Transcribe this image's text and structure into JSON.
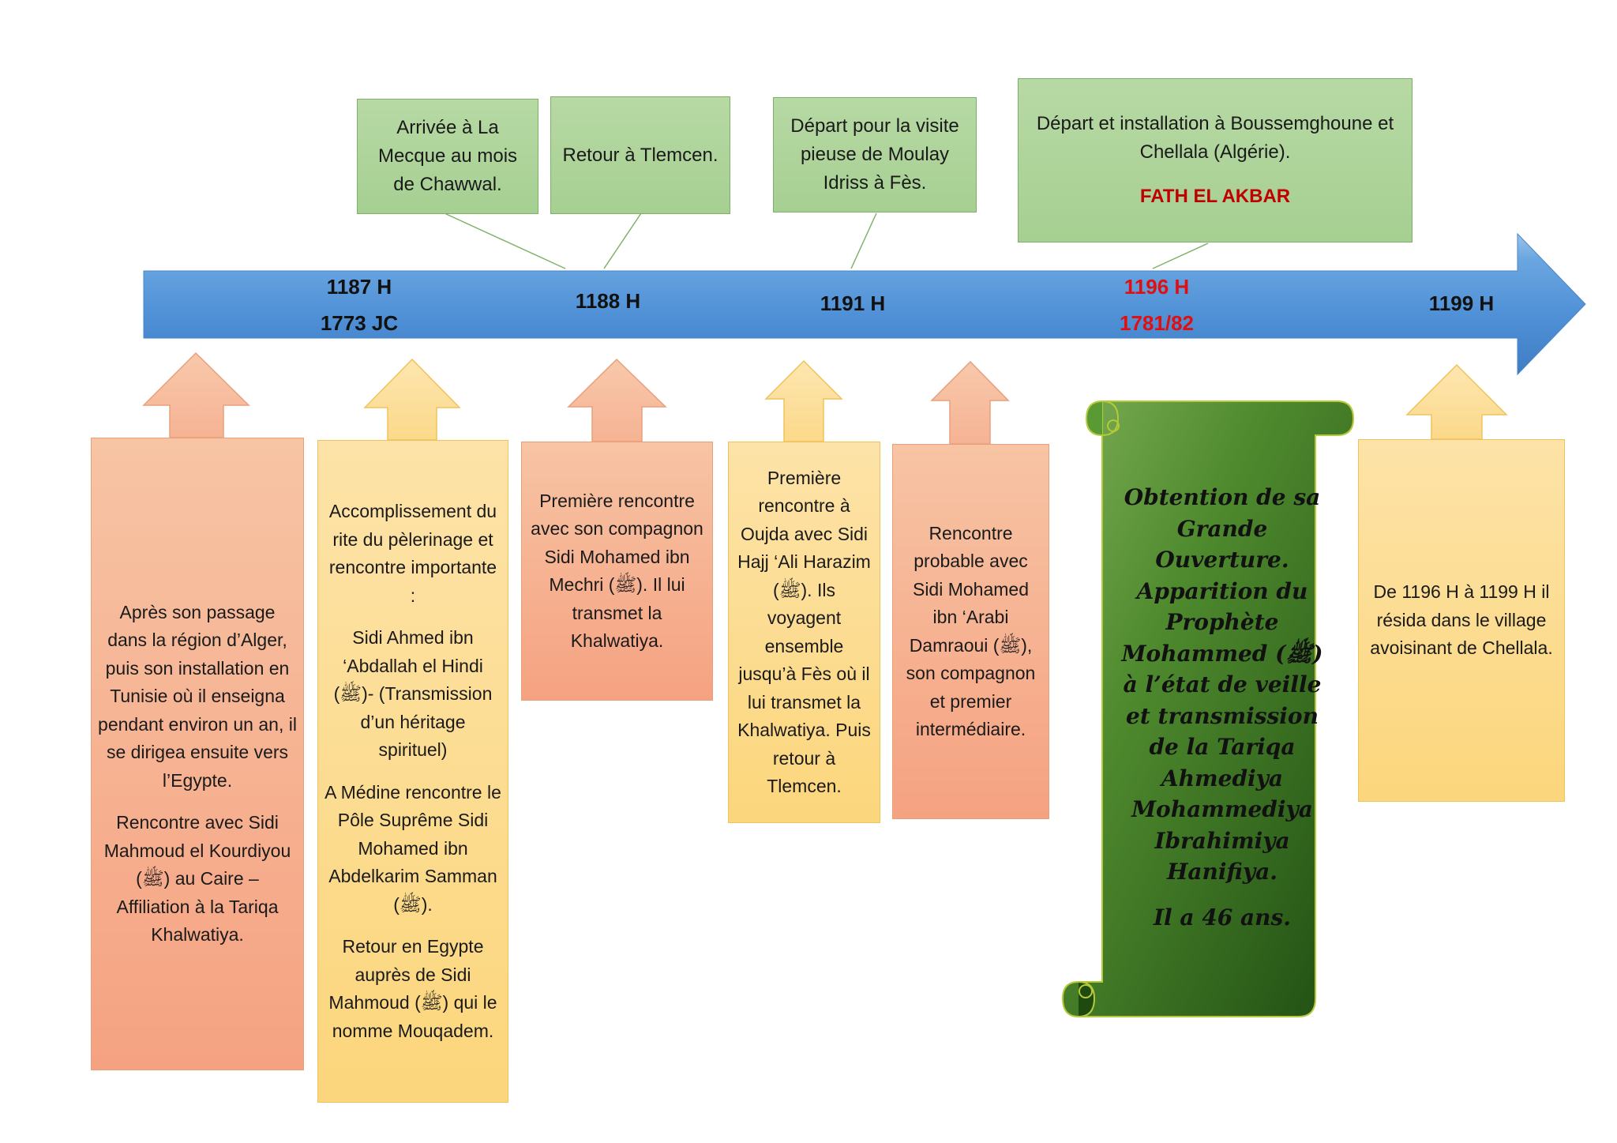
{
  "notes": {
    "mecque": "Arrivée à La Mecque au mois de Chawwal.",
    "tlemcen": "Retour à Tlemcen.",
    "fes": "Départ pour la visite pieuse de Moulay Idriss à Fès.",
    "boussemghoune": "Départ et installation à Boussemghoune et Chellala (Algérie).",
    "fath": "FATH EL AKBAR"
  },
  "dates": {
    "d1187_h": "1187 H",
    "d1187_jc": "1773 JC",
    "d1188": "1188 H",
    "d1191": "1191 H",
    "d1196_h": "1196 H",
    "d1196_jc": "1781/82",
    "d1199": "1199 H"
  },
  "boxes": {
    "b1_p1": "Après son passage dans la région d’Alger, puis son installation en Tunisie où il enseigna pendant environ un an, il se dirigea ensuite vers l’Egypte.",
    "b1_p2": "Rencontre avec Sidi Mahmoud el Kourdiyou (ﷺ) au Caire – Affiliation à la Tariqa Khalwatiya.",
    "b2_p1": "Accomplissement du rite du pèlerinage et rencontre importante :",
    "b2_p2": "Sidi Ahmed ibn ‘Abdallah el Hindi (ﷺ)- (Transmission d’un héritage spirituel)",
    "b2_p3": "A Médine rencontre le Pôle Suprême Sidi Mohamed ibn Abdelkarim Samman (ﷺ).",
    "b2_p4": "Retour en Egypte auprès de Sidi Mahmoud (ﷺ) qui le nomme Mouqadem.",
    "b3_p1": "Première rencontre avec son compagnon Sidi Mohamed ibn Mechri (ﷺ). Il lui transmet la Khalwatiya.",
    "b4_p1": "Première rencontre à Oujda avec Sidi Hajj ‘Ali Harazim (ﷺ). Ils voyagent ensemble jusqu’à Fès où il lui transmet la Khalwatiya. Puis retour à Tlemcen.",
    "b5_p1": "Rencontre probable avec Sidi Mohamed ibn ‘Arabi Damraoui (ﷺ), son compagnon et premier intermédiaire.",
    "scroll_p1": "Obtention de sa Grande Ouverture. Apparition du Prophète Mohammed (ﷺ) à l’état de veille et transmission de la Tariqa Ahmediya Mohammediya Ibrahimiya Hanifiya.",
    "scroll_p2": "Il a 46 ans.",
    "b7_p1": "De 1196 H à 1199 H il résida dans le village avoisinant de Chellala."
  },
  "colors": {
    "arrow": "#5b9bd5",
    "note_green": "#a9d18e",
    "salmon": "#f4a582",
    "yellow": "#fcd67c",
    "scroll_green": "#3a7d22",
    "red": "#e01010"
  }
}
